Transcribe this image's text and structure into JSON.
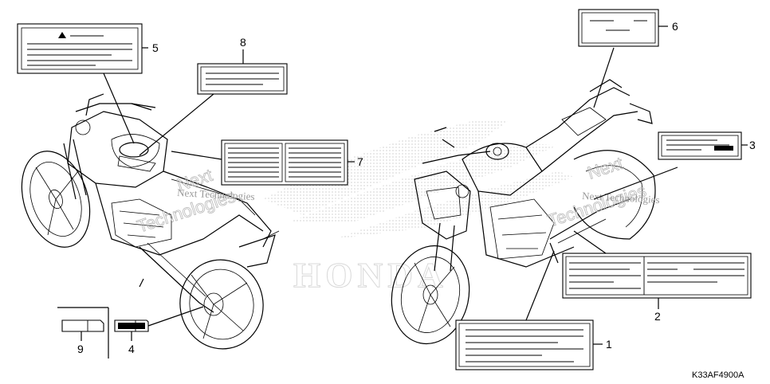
{
  "diagram": {
    "callouts": [
      {
        "id": "1",
        "label": "1"
      },
      {
        "id": "2",
        "label": "2"
      },
      {
        "id": "3",
        "label": "3"
      },
      {
        "id": "4",
        "label": "4"
      },
      {
        "id": "5",
        "label": "5"
      },
      {
        "id": "6",
        "label": "6"
      },
      {
        "id": "7",
        "label": "7"
      },
      {
        "id": "8",
        "label": "8"
      },
      {
        "id": "9",
        "label": "9"
      }
    ],
    "diagram_code": "K33AF4900A",
    "watermarks": {
      "left_line1": "Next",
      "left_line2": "Technologies",
      "left_caption": "Next Technologies",
      "right_line1": "Next",
      "right_line2": "Technologies",
      "right_caption": "Next Technologies",
      "brand": "HONDA"
    }
  }
}
